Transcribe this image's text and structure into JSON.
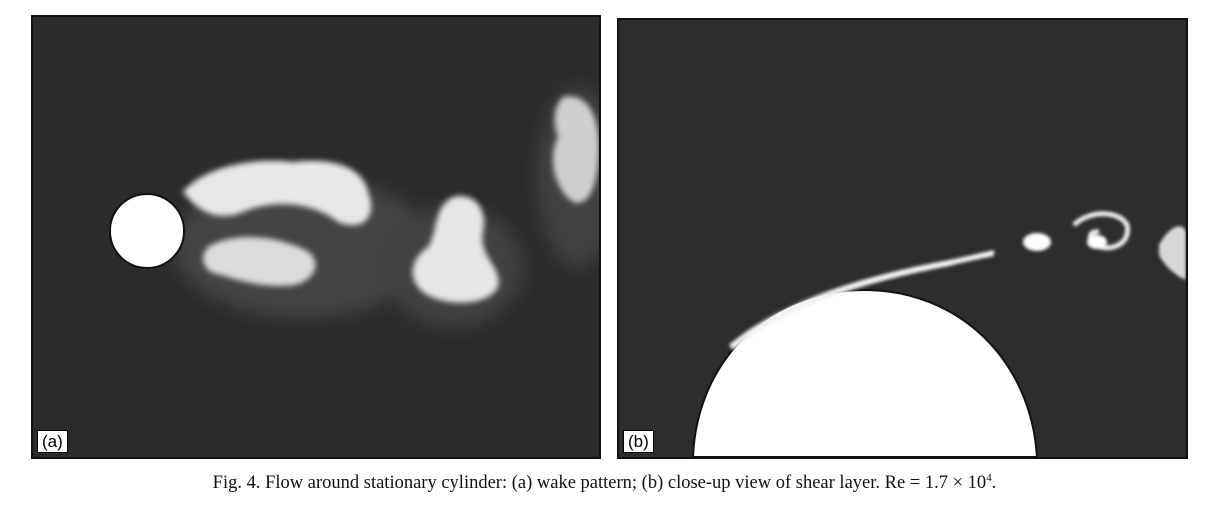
{
  "figure": {
    "panels": [
      {
        "label": "(a)"
      },
      {
        "label": "(b)"
      }
    ],
    "caption": {
      "text": "Fig. 4.  Flow around stationary cylinder: (a) wake pattern; (b) close-up view of shear layer. Re = 1.7 × 10",
      "exponent": "4",
      "end": "."
    }
  },
  "colors": {
    "background": "#2d2d2d",
    "flow": "#ffffff"
  }
}
